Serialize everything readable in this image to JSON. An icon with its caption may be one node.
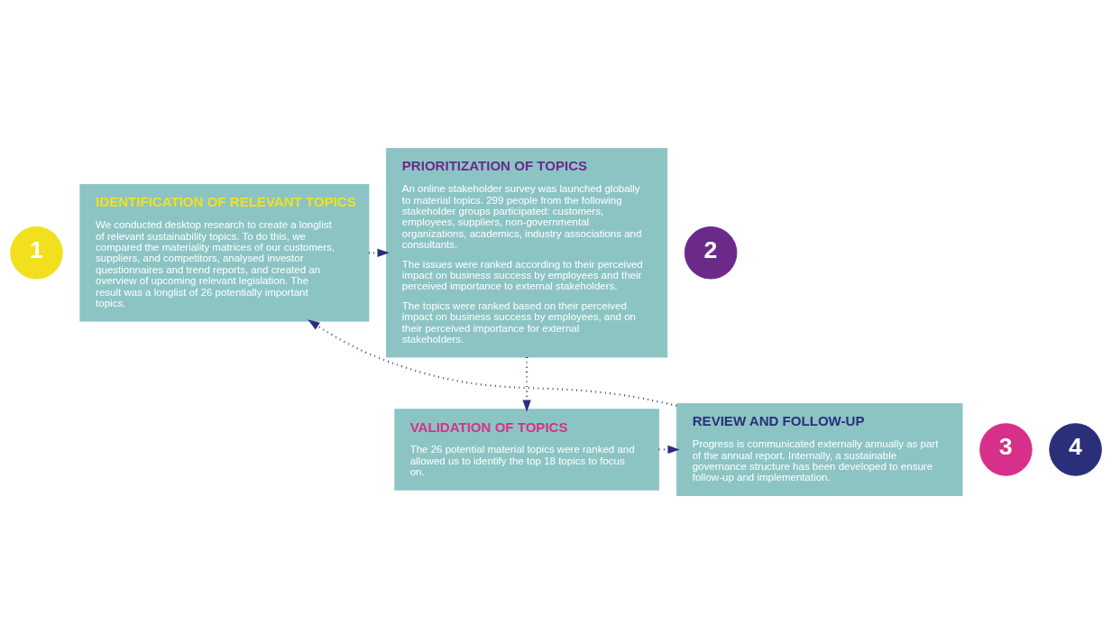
{
  "diagram": {
    "nodes": [
      {
        "text": [
          "1"
        ]
      },
      {
        "text": [
          "IDENTIFICATION OF RELEVANT TOPICS",
          "We conducted desktop research to create a longlist of relevant sustainability topics. To do this, we compared the materiality matrices of our customers, suppliers, and competitors, analysed investor questionnaires and trend reports, and created an overview of upcoming relevant legislation. The result was a longlist of 26 potentially important topics."
        ]
      },
      {
        "text": [
          "2"
        ]
      },
      {
        "text": [
          "PRIORITIZATION OF TOPICS",
          "An online stakeholder survey was launched globally to material topics. 299 people from the following stakeholder groups participated: customers, employees, suppliers, non-governmental organizations, academics, industry associations and consultants.",
          "The issues were ranked according to their perceived impact on business success by employees and their perceived importance to external stakeholders.",
          "The topics were ranked based on their perceived impact on business success by employees, and on their perceived importance for external stakeholders."
        ]
      },
      {
        "text": [
          "3"
        ]
      },
      {
        "text": [
          "VALIDATION OF TOPICS",
          "The 26 potential material topics were ranked and allowed us to identify the top 18 topics to focus on."
        ]
      },
      {
        "text": [
          "4"
        ]
      },
      {
        "text": [
          "REVIEW AND FOLLOW-UP",
          "Progress is communicated externally annually as part of the annual report. Internally, a sustainable governance structure has been developed to ensure follow-up and implementation."
        ]
      }
    ],
    "edges": [
      {
        "from": 1,
        "to": 3,
        "arrow": "to"
      },
      {
        "from": 3,
        "to": 5,
        "arrow": "to"
      },
      {
        "from": 5,
        "to": 7,
        "arrow": "to"
      },
      {
        "from": 7,
        "to": 1,
        "arrow": "to"
      }
    ]
  }
}
